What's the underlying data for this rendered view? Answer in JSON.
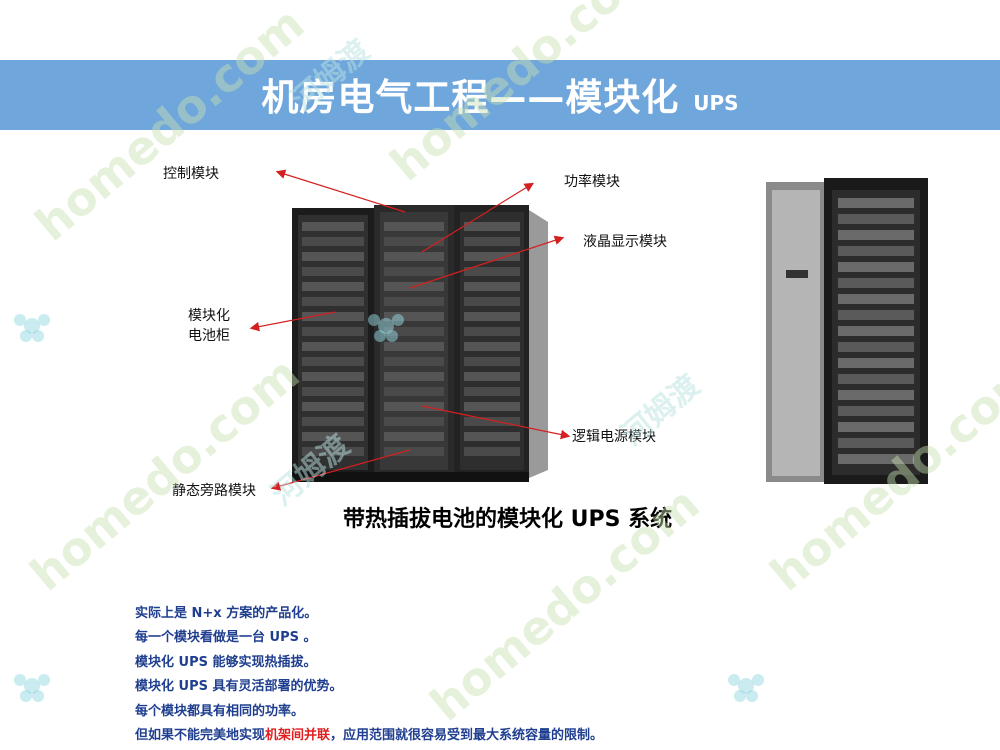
{
  "slide": {
    "title": "机房电气工程——模块化",
    "title_suffix": "UPS",
    "callouts": {
      "control": "控制模块",
      "power": "功率模块",
      "lcd": "液晶显示模块",
      "battery_line1": "模块化",
      "battery_line2": "电池柜",
      "logic": "逻辑电源模块",
      "bypass": "静态旁路模块"
    },
    "caption": "带热插拔电池的模块化 UPS 系统",
    "bullets": [
      "实际上是 N+x 方案的产品化。",
      "每一个模块看做是一台 UPS 。",
      "模块化 UPS 能够实现热插拔。",
      "模块化 UPS 具有灵活部署的优势。",
      "每个模块都具有相同的功率。"
    ],
    "last_bullet": {
      "before": "但如果不能完美地实现",
      "highlight": "机架间并联",
      "after": "，应用范围就很容易受到最大系统容量的限制。"
    },
    "watermark": {
      "site": "homedo.com",
      "brand": "河姆渡"
    }
  },
  "colors": {
    "banner": "#6fa6dc",
    "bullet_text": "#1f3e8f",
    "highlight": "#e02020",
    "arrow": "#d42020"
  },
  "icons": [
    "watermark-flower-icon",
    "ups-cabinet-image"
  ]
}
